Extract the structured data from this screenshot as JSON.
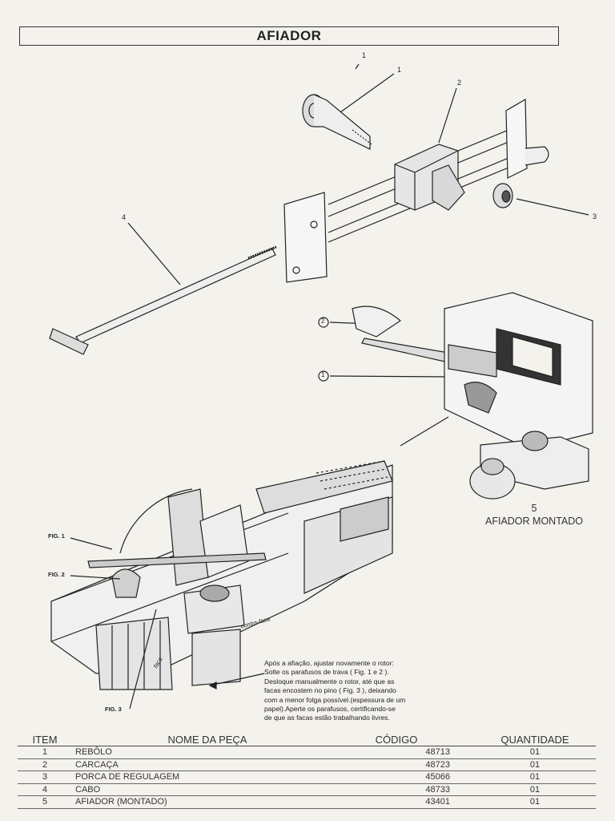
{
  "header": {
    "title": "AFIADOR"
  },
  "callouts": {
    "top_1a": "1",
    "top_1b": "1",
    "top_2": "2",
    "top_3": "3",
    "top_4": "4",
    "hand_2": "2",
    "hand_1": "1"
  },
  "assembled": {
    "number": "5",
    "label": "AFIADOR MONTADO"
  },
  "figure_labels": {
    "fig1": "FIG. 1",
    "fig2": "FIG. 2",
    "fig3": "FIG. 3",
    "faca": "faca",
    "contra_faca": "contra-faca"
  },
  "note": {
    "lines": [
      "Após a afiação, ajustar novamente o rotor:",
      "Solte os parafusos de trava ( Fig. 1 e 2 ).",
      "Desloque manualmente o rotor, até que as",
      "facas encostem no pino ( Fig. 3 ), deixando",
      "com a menor folga possível.(espessura de um",
      "papel).Aperte os parafusos, certificando-se",
      "de que as facas estão trabalhando livres."
    ]
  },
  "table": {
    "headers": {
      "item": "ITEM",
      "name": "NOME DA PEÇA",
      "code": "CÓDIGO",
      "qty": "QUANTIDADE"
    },
    "rows": [
      {
        "item": "1",
        "name": "REBÔLO",
        "code": "48713",
        "qty": "01"
      },
      {
        "item": "2",
        "name": "CARCAÇA",
        "code": "48723",
        "qty": "01"
      },
      {
        "item": "3",
        "name": "PORCA DE REGULAGEM",
        "code": "45066",
        "qty": "01"
      },
      {
        "item": "4",
        "name": "CABO",
        "code": "48733",
        "qty": "01"
      },
      {
        "item": "5",
        "name": "AFIADOR (MONTADO)",
        "code": "43401",
        "qty": "01"
      }
    ]
  }
}
